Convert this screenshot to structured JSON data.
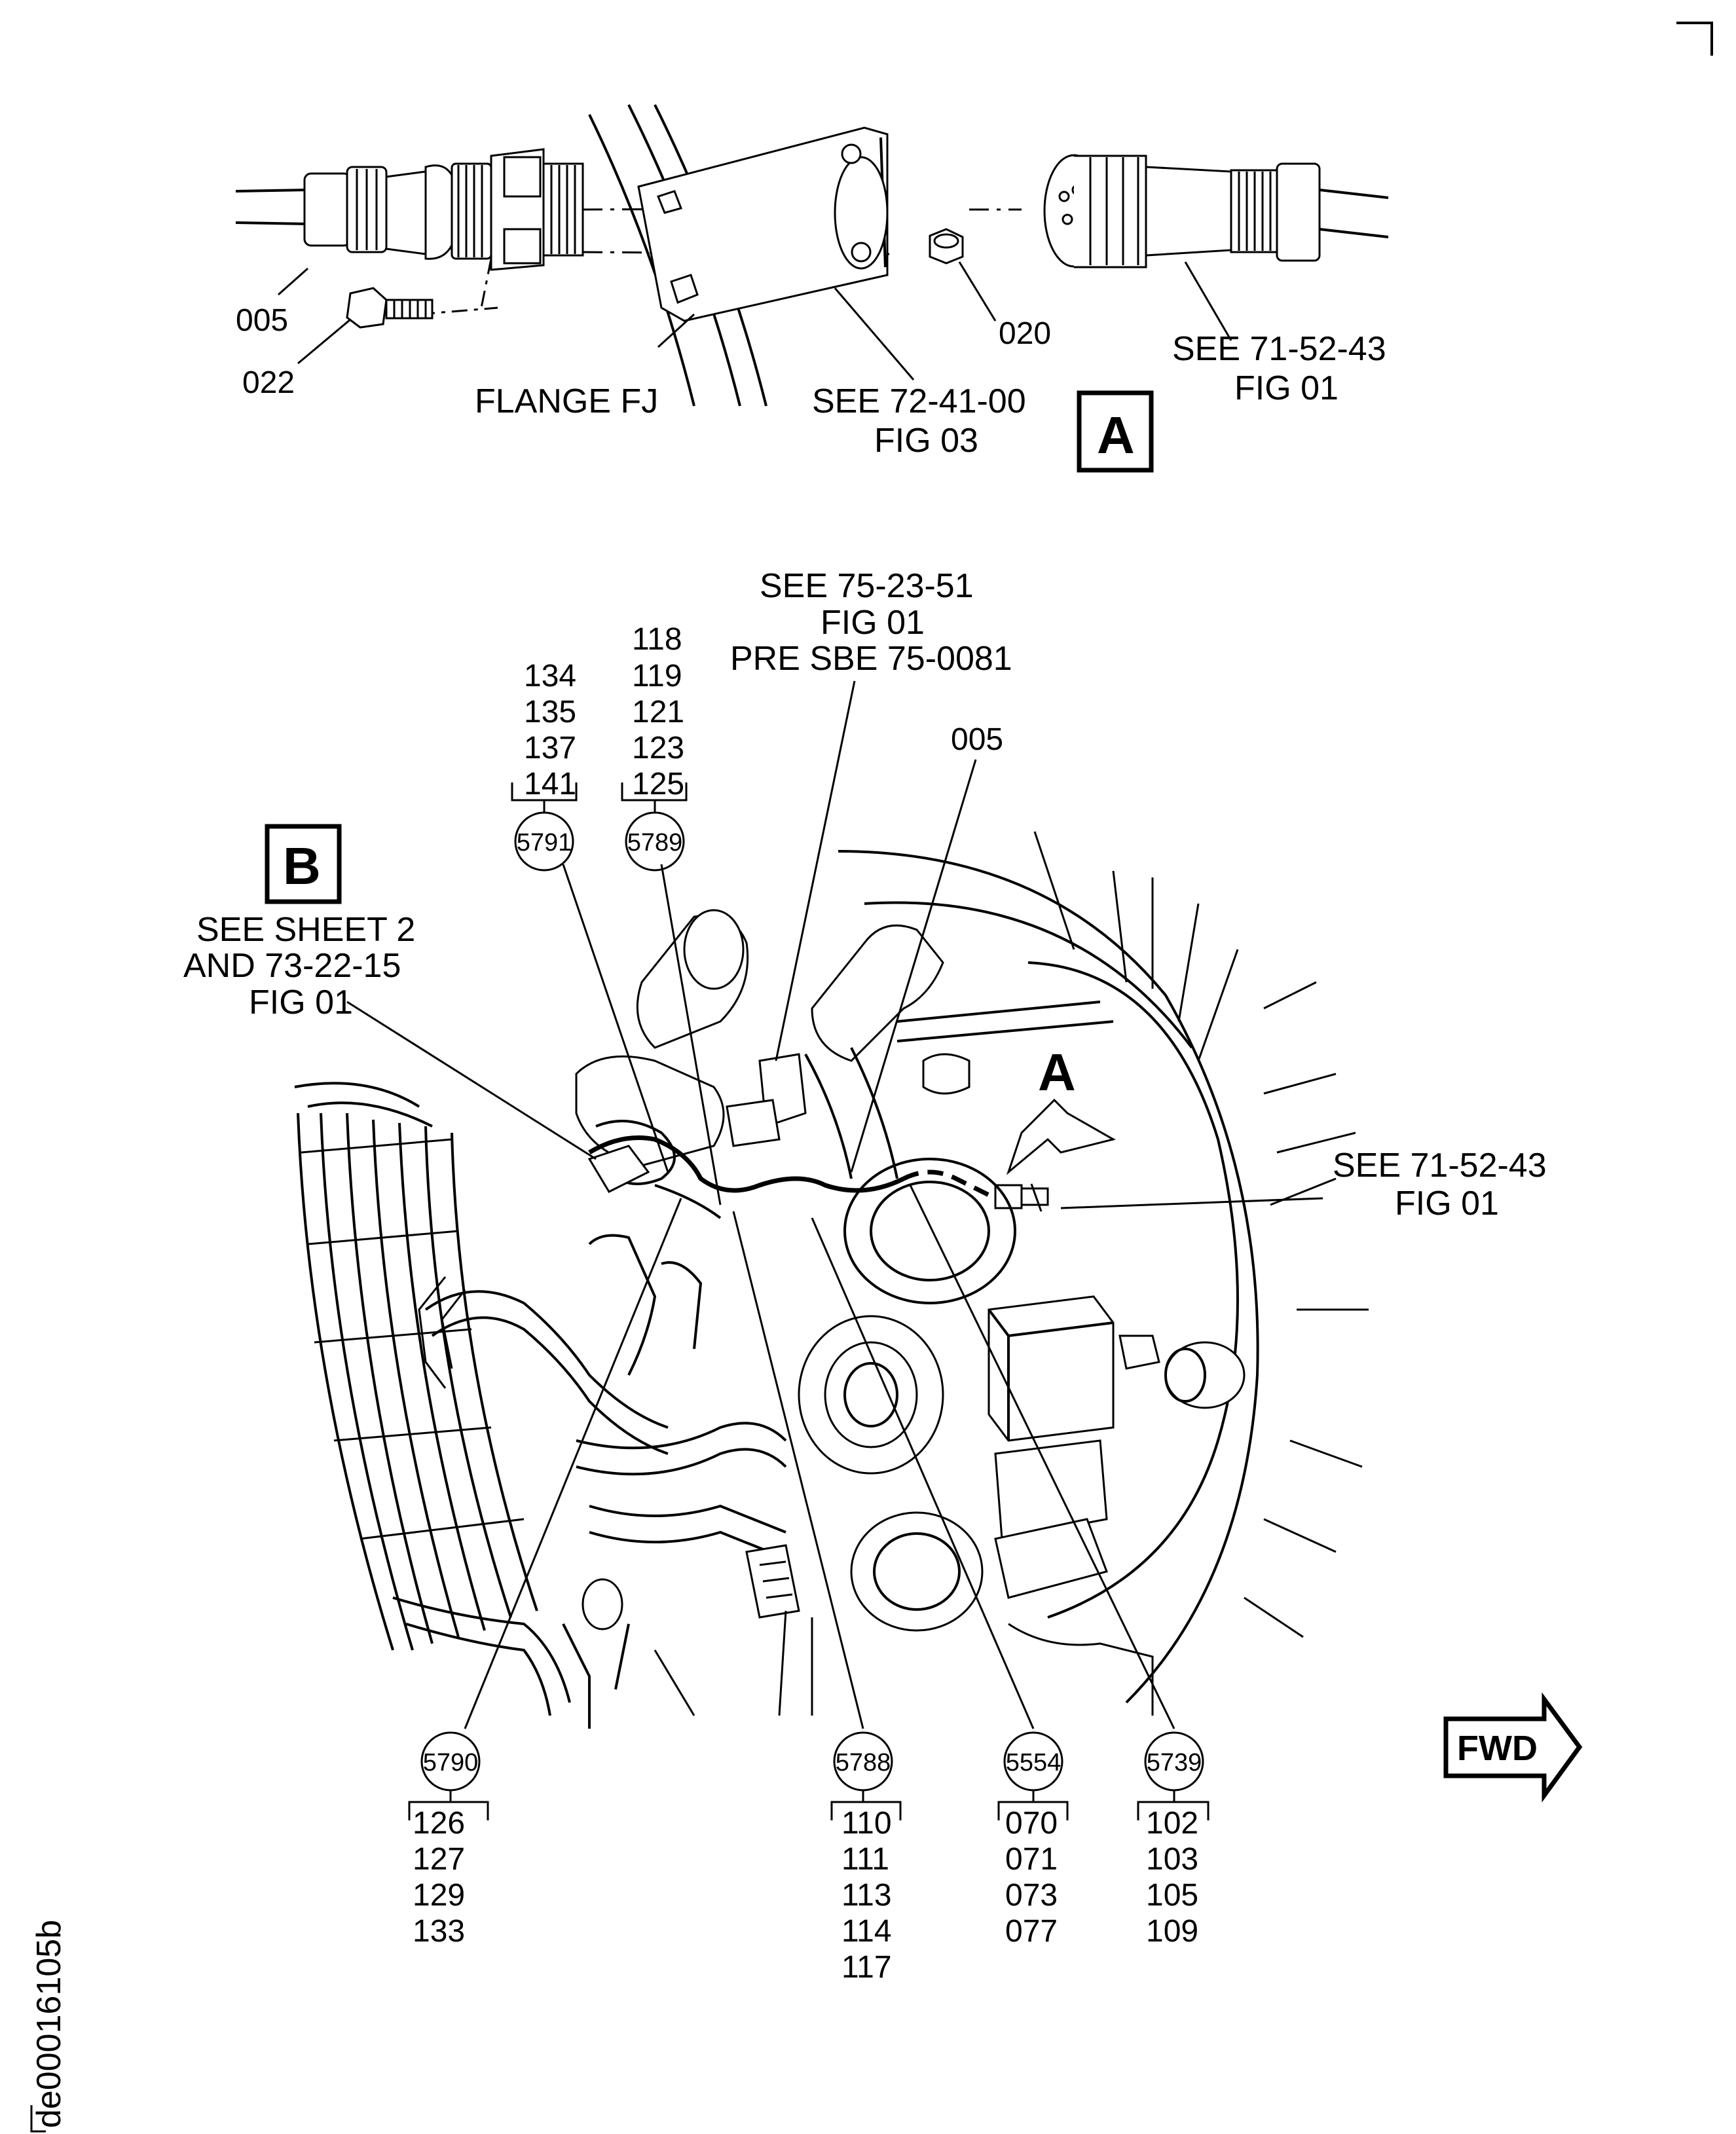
{
  "figure_id": "de00016105b",
  "view_a": {
    "box_label": "A",
    "flange_label": "FLANGE FJ",
    "ref_left": [
      "SEE 72-41-00",
      "FIG 03"
    ],
    "ref_right": [
      "SEE 71-52-43",
      "FIG 01"
    ],
    "items": [
      "005",
      "022",
      "020"
    ]
  },
  "view_b": {
    "box_label": "B",
    "ref": [
      "SEE SHEET 2",
      "AND 73-22-15",
      "FIG 01"
    ]
  },
  "main_view": {
    "top_ref": [
      "SEE 75-23-51",
      "FIG 01",
      "PRE SBE 75-0081"
    ],
    "item_005": "005",
    "arrow_label": "A",
    "right_ref": [
      "SEE 71-52-43",
      "FIG 01"
    ],
    "fwd_label": "FWD"
  },
  "callouts": [
    {
      "id": "5791",
      "items": [
        "134",
        "135",
        "137",
        "141"
      ]
    },
    {
      "id": "5789",
      "items": [
        "118",
        "119",
        "121",
        "123",
        "125"
      ]
    },
    {
      "id": "5790",
      "items": [
        "126",
        "127",
        "129",
        "133"
      ]
    },
    {
      "id": "5788",
      "items": [
        "110",
        "111",
        "113",
        "114",
        "117"
      ]
    },
    {
      "id": "5554",
      "items": [
        "070",
        "071",
        "073",
        "077"
      ]
    },
    {
      "id": "5739",
      "items": [
        "102",
        "103",
        "105",
        "109"
      ]
    }
  ]
}
